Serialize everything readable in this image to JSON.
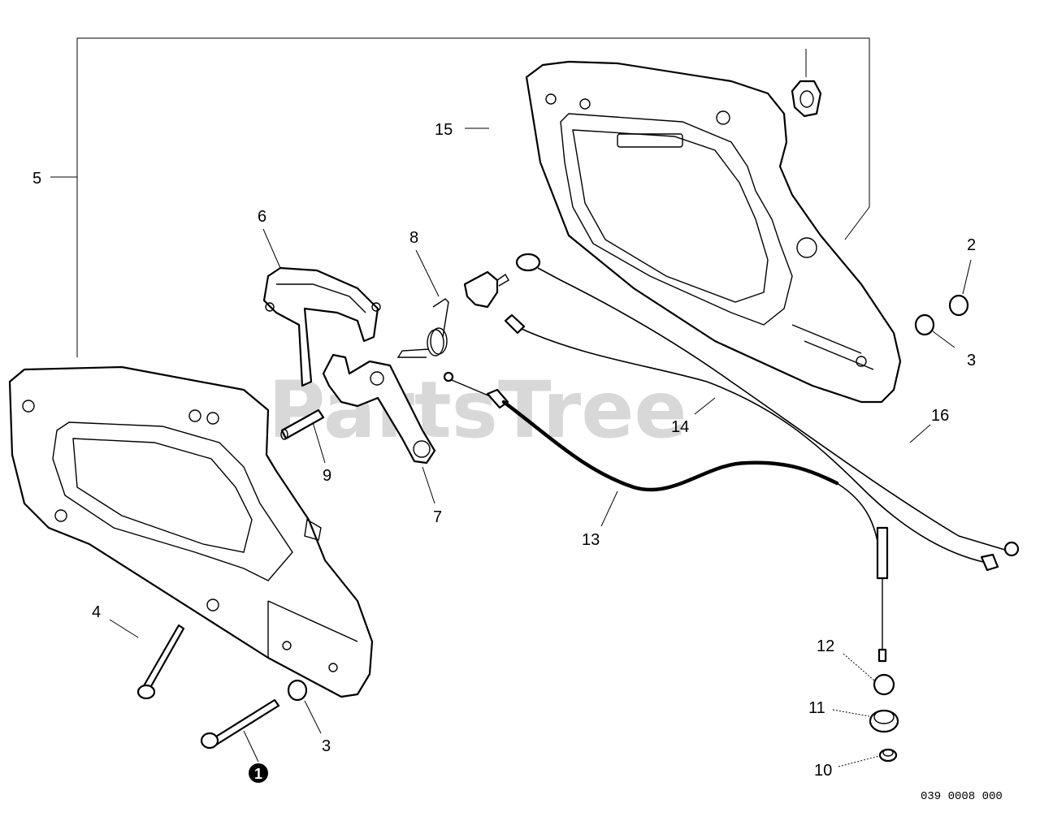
{
  "watermark": "PartsTree",
  "figure_number": "039 0008 000",
  "callouts": {
    "c1": "1",
    "c2": "2",
    "c3a": "3",
    "c3b": "3",
    "c4": "4",
    "c5": "5",
    "c6": "6",
    "c7": "7",
    "c8": "8",
    "c9": "9",
    "c10": "10",
    "c11": "11",
    "c12": "12",
    "c13": "13",
    "c14": "14",
    "c15": "15",
    "c16": "16"
  }
}
